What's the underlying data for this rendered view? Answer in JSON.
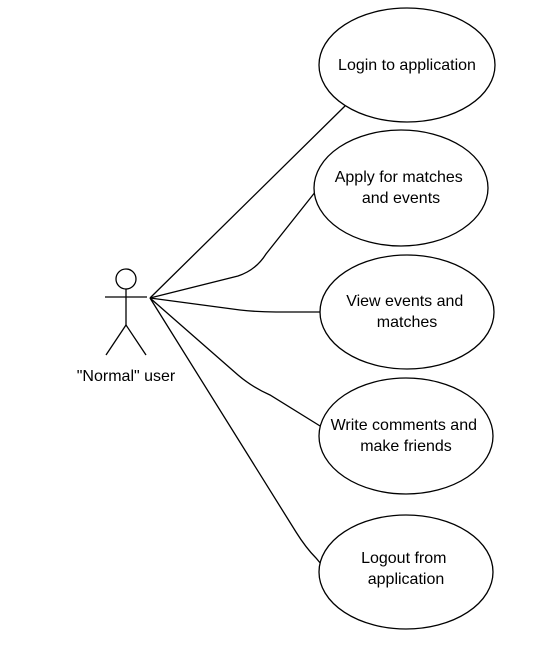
{
  "actor": {
    "label": "\"Normal\" user"
  },
  "use_cases": [
    {
      "id": "login",
      "lines": [
        "Login to application"
      ]
    },
    {
      "id": "apply",
      "lines": [
        "Apply for matches",
        "and events"
      ]
    },
    {
      "id": "view",
      "lines": [
        "View events and",
        "matches"
      ]
    },
    {
      "id": "write",
      "lines": [
        "Write comments and",
        "make friends"
      ]
    },
    {
      "id": "logout",
      "lines": [
        "Logout from",
        "application"
      ]
    }
  ],
  "colors": {
    "stroke": "#000000",
    "fill": "#ffffff",
    "background": "#ffffff"
  }
}
